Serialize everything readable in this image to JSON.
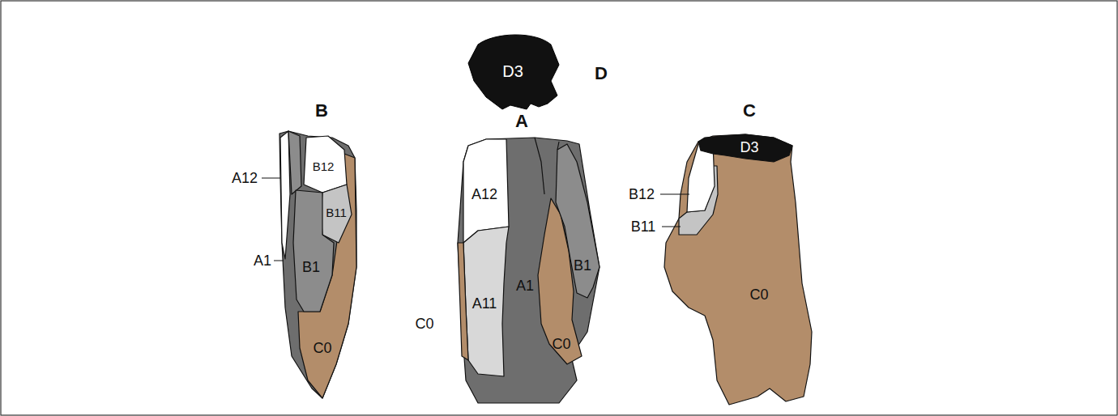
{
  "diagram": {
    "labels": [
      "D3",
      "D",
      "B",
      "A",
      "C",
      "A12",
      "B12",
      "B11",
      "A1",
      "B1",
      "C0",
      "A12",
      "A11",
      "A1",
      "B1",
      "C0",
      "C0",
      "D3",
      "B12",
      "B11",
      "C0"
    ]
  }
}
